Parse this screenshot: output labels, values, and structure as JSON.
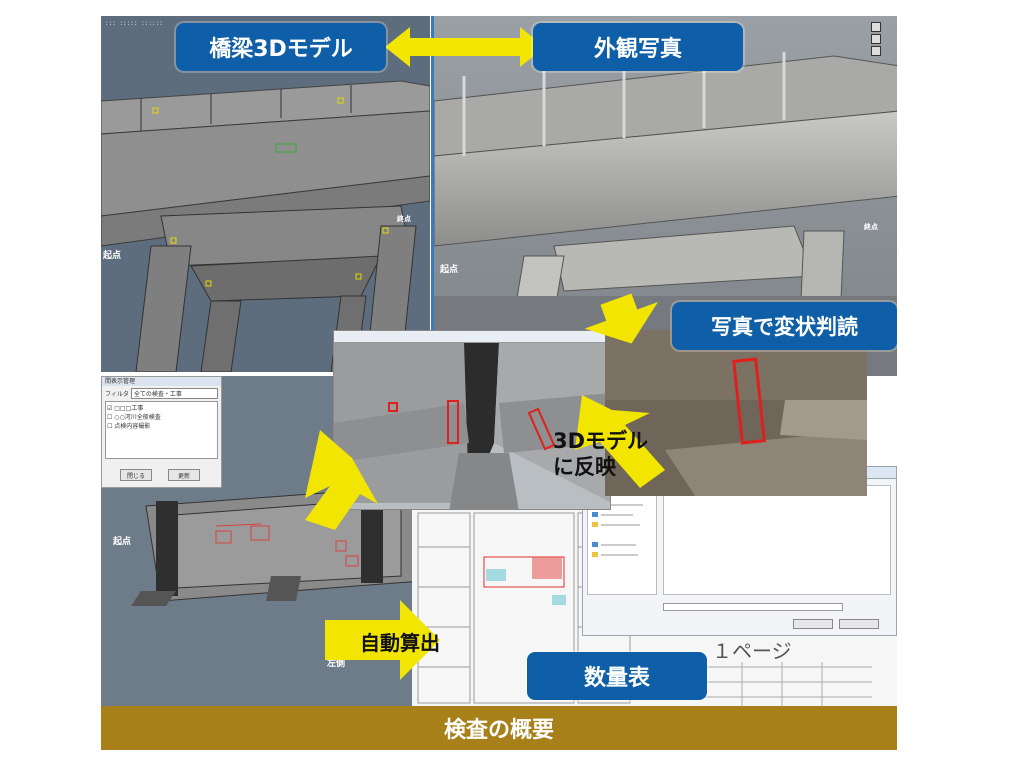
{
  "callouts": {
    "bridge_model": "橋梁3Dモデル",
    "exterior_photo": "外観写真",
    "photo_deformation": "写真で変状判読",
    "quantity_table": "数量表"
  },
  "labels": {
    "reflect_3d_line1": "3Dモデル",
    "reflect_3d_line2": "に反映",
    "auto_calc": "自動算出",
    "start_point": "起点",
    "left_side": "左側",
    "end_point": "終点"
  },
  "filter_panel": {
    "title": "間表示管理",
    "filter_label": "フィルタ",
    "filter_value": "全ての検査・工事",
    "items": [
      "□□□工事",
      "○○河川全般検査",
      "点検内容撮影"
    ],
    "close_button": "閉じる",
    "update_button": "更新"
  },
  "quantity_sheet": {
    "page_label": "１ページ"
  },
  "footer": {
    "title": "検査の概要"
  },
  "colors": {
    "callout_blue": "#0f5fa8",
    "footer_gold": "#a8801a",
    "arrow_yellow": "#f2e600",
    "damage_red": "#e0201c"
  },
  "icons": {
    "double_arrow": "double-arrow-icon",
    "down_arrow": "arrow-down-left-icon"
  }
}
